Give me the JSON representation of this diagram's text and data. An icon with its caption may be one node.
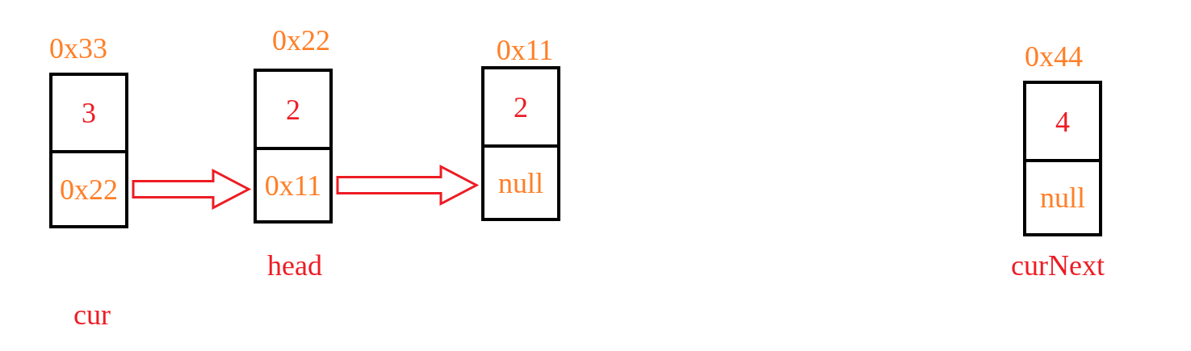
{
  "diagram": {
    "nodes": [
      {
        "text": [
          "0x33"
        ],
        "beside": [
          "cur"
        ]
      },
      {
        "text": [
          "3"
        ],
        "in": 0
      },
      {
        "text": [
          "0x22"
        ],
        "in": 0
      },
      {
        "text": [
          "0x22"
        ],
        "beside": [
          "head"
        ]
      },
      {
        "text": [
          "2"
        ],
        "in": 3
      },
      {
        "text": [
          "0x11"
        ],
        "in": 3
      },
      {
        "text": [
          "0x11"
        ]
      },
      {
        "text": [
          "2"
        ],
        "in": 6
      },
      {
        "text": [
          "null"
        ],
        "in": 6
      },
      {
        "text": [
          "0x44"
        ],
        "beside": [
          "curNext"
        ]
      },
      {
        "text": [
          "4"
        ],
        "in": 9
      },
      {
        "text": [
          "null"
        ],
        "in": 9
      }
    ],
    "edges": [
      {
        "from": 2,
        "to": 3,
        "arrow": "to"
      },
      {
        "from": 5,
        "to": 6,
        "arrow": "to"
      }
    ]
  }
}
